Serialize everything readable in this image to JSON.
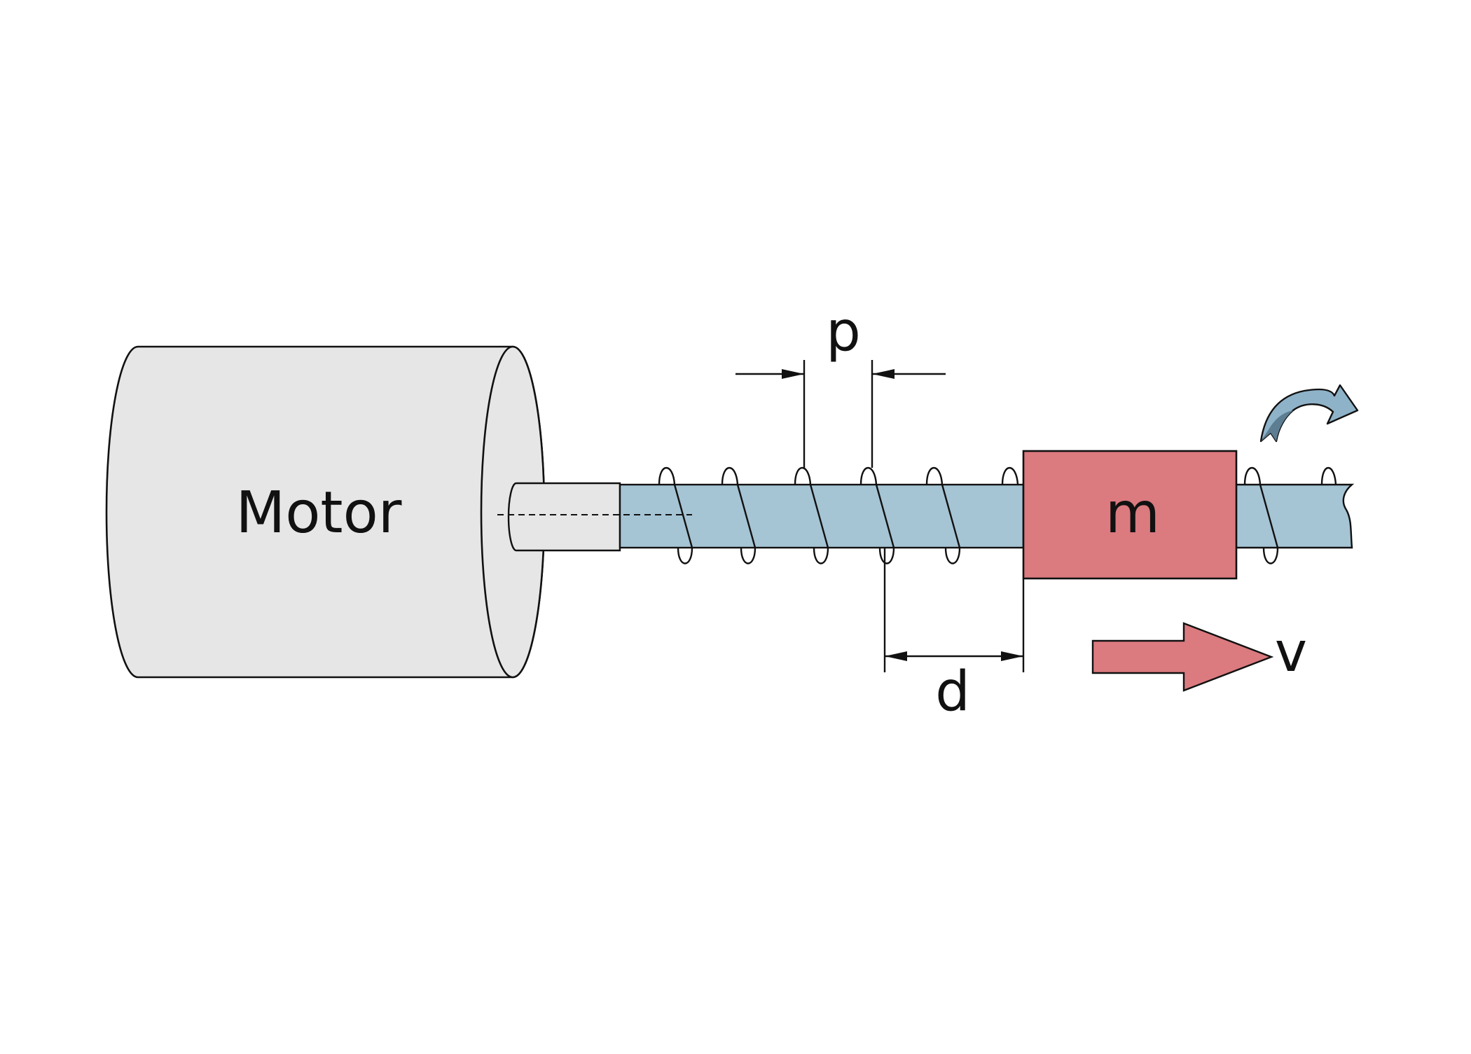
{
  "labels": {
    "motor": "Motor",
    "mass": "m",
    "pitch": "p",
    "distance": "d",
    "velocity": "v"
  },
  "colors": {
    "motor_body": "#e6e6e6",
    "screw_shaft": "#a5c4d4",
    "mass_block": "#db7a7f",
    "velocity_arrow": "#db7a7f",
    "rotation_arrow_light": "#8eb2c8",
    "rotation_arrow_dark": "#5c7d92",
    "outline": "#111111"
  },
  "icons": {
    "rotation": "curved-rotation-arrow-icon",
    "velocity": "right-arrow-icon"
  }
}
